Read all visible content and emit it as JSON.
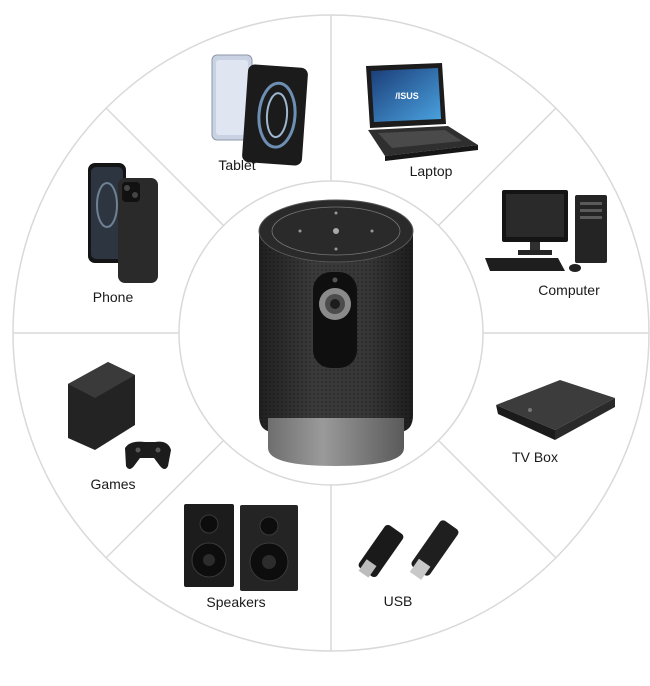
{
  "segments": [
    {
      "id": "tablet",
      "label": "Tablet",
      "icon": "tablet-icon"
    },
    {
      "id": "laptop",
      "label": "Laptop",
      "icon": "laptop-icon"
    },
    {
      "id": "computer",
      "label": "Computer",
      "icon": "desktop-computer-icon"
    },
    {
      "id": "tvbox",
      "label": "TV Box",
      "icon": "tv-box-icon"
    },
    {
      "id": "usb",
      "label": "USB",
      "icon": "usb-drive-icon"
    },
    {
      "id": "speakers",
      "label": "Speakers",
      "icon": "speakers-icon"
    },
    {
      "id": "games",
      "label": "Games",
      "icon": "game-console-icon"
    },
    {
      "id": "phone",
      "label": "Phone",
      "icon": "smartphone-icon"
    }
  ],
  "center": {
    "icon": "portable-projector-icon"
  },
  "colors": {
    "ring_line": "#d9d9d9",
    "device_dark": "#2b2b2b",
    "device_mid": "#4a4a4a"
  }
}
